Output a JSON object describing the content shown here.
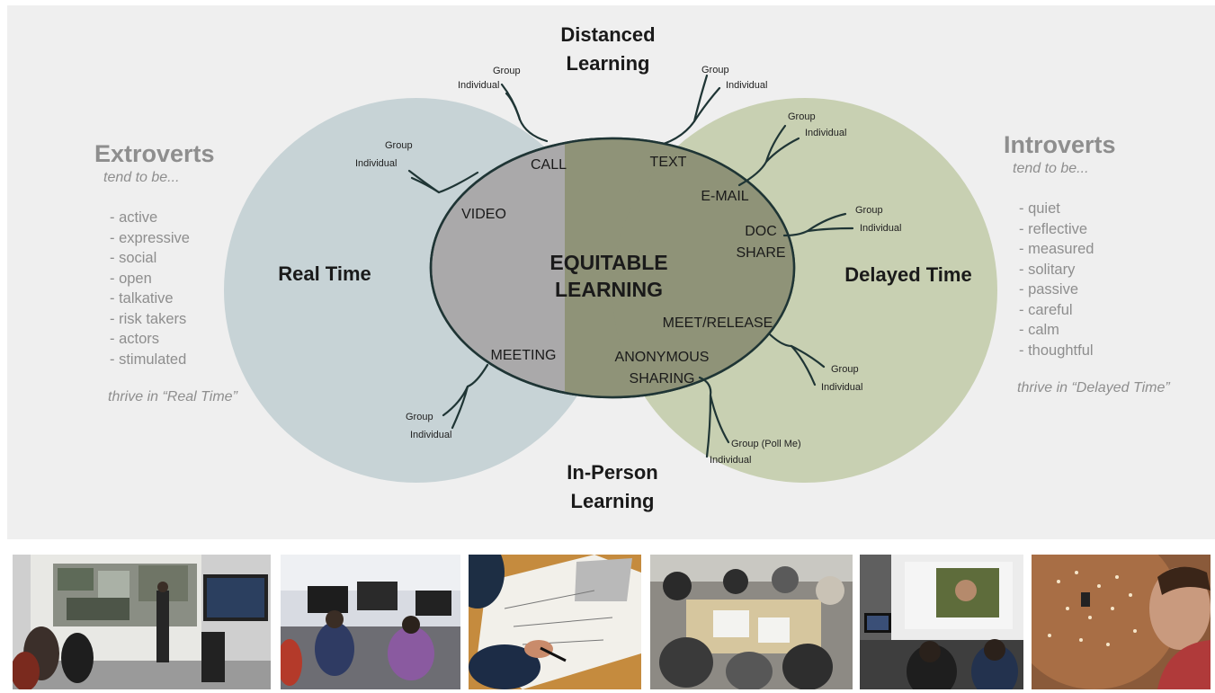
{
  "diagram": {
    "top_label": [
      "Distanced",
      "Learning"
    ],
    "bottom_label": [
      "In-Person",
      "Learning"
    ],
    "left_circle_label": "Real Time",
    "right_circle_label": "Delayed Time",
    "center_label": [
      "EQUITABLE",
      "LEARNING"
    ],
    "modes": [
      {
        "id": "call",
        "lines": [
          "CALL"
        ]
      },
      {
        "id": "video",
        "lines": [
          "VIDEO"
        ]
      },
      {
        "id": "meeting",
        "lines": [
          "MEETING"
        ]
      },
      {
        "id": "text",
        "lines": [
          "TEXT"
        ]
      },
      {
        "id": "email",
        "lines": [
          "E-MAIL"
        ]
      },
      {
        "id": "doc-share",
        "lines": [
          "DOC",
          "SHARE"
        ]
      },
      {
        "id": "meet-release",
        "lines": [
          "MEET/RELEASE"
        ]
      },
      {
        "id": "anonymous-sharing",
        "lines": [
          "ANONYMOUS",
          "SHARING"
        ]
      }
    ],
    "branch_labels": {
      "group": "Group",
      "individual": "Individual",
      "group_poll": "Group (Poll Me)"
    },
    "colors": {
      "real_time": "#c7d3d6",
      "delayed_time": "#c8d0b2",
      "overlap": "#8f9279",
      "ellipse_fill": "#a7a9a8",
      "line": "#1f3535",
      "panel": "#efefef"
    }
  },
  "extroverts": {
    "title": "Extroverts",
    "subtitle": "tend to be...",
    "traits": [
      "- active",
      "- expressive",
      "- social",
      "- open",
      "- talkative",
      "- risk takers",
      "- actors",
      "- stimulated"
    ],
    "thrive": "thrive in “Real Time”"
  },
  "introverts": {
    "title": "Introverts",
    "subtitle": "tend to be...",
    "traits": [
      "- quiet",
      "- reflective",
      "- measured",
      "- solitary",
      "- passive",
      "- careful",
      "- calm",
      "- thoughtful"
    ],
    "thrive": "thrive in “Delayed Time”"
  },
  "photos": [
    {
      "id": "critique-presentation"
    },
    {
      "id": "computer-lab"
    },
    {
      "id": "drawing-desk"
    },
    {
      "id": "group-discussion"
    },
    {
      "id": "video-call"
    },
    {
      "id": "model-viewing"
    }
  ]
}
